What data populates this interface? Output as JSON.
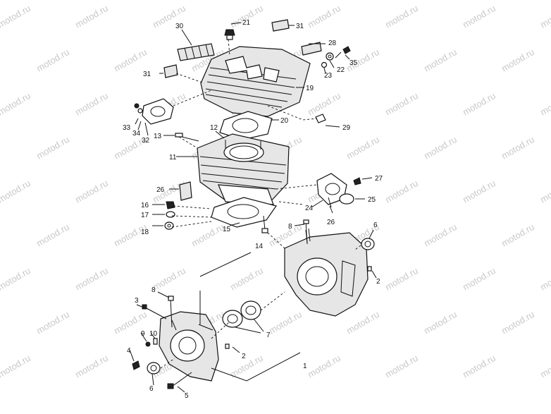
{
  "watermark": {
    "text": "motod.ru"
  },
  "callouts": {
    "n1": "1",
    "n2a": "2",
    "n2b": "2",
    "n3": "3",
    "n4": "4",
    "n5": "5",
    "n6a": "6",
    "n6b": "6",
    "n7": "7",
    "n8a": "8",
    "n8b": "8",
    "n9": "9",
    "n10": "10",
    "n11": "11",
    "n12": "12",
    "n13": "13",
    "n14": "14",
    "n15": "15",
    "n16": "16",
    "n17": "17",
    "n18": "18",
    "n19": "19",
    "n20": "20",
    "n21": "21",
    "n22": "22",
    "n23": "23",
    "n24": "24",
    "n25": "25",
    "n26a": "26",
    "n26b": "26",
    "n27": "27",
    "n28": "28",
    "n29": "29",
    "n30": "30",
    "n31a": "31",
    "n31b": "31",
    "n32": "32",
    "n33": "33",
    "n34": "34",
    "n35": "35"
  }
}
